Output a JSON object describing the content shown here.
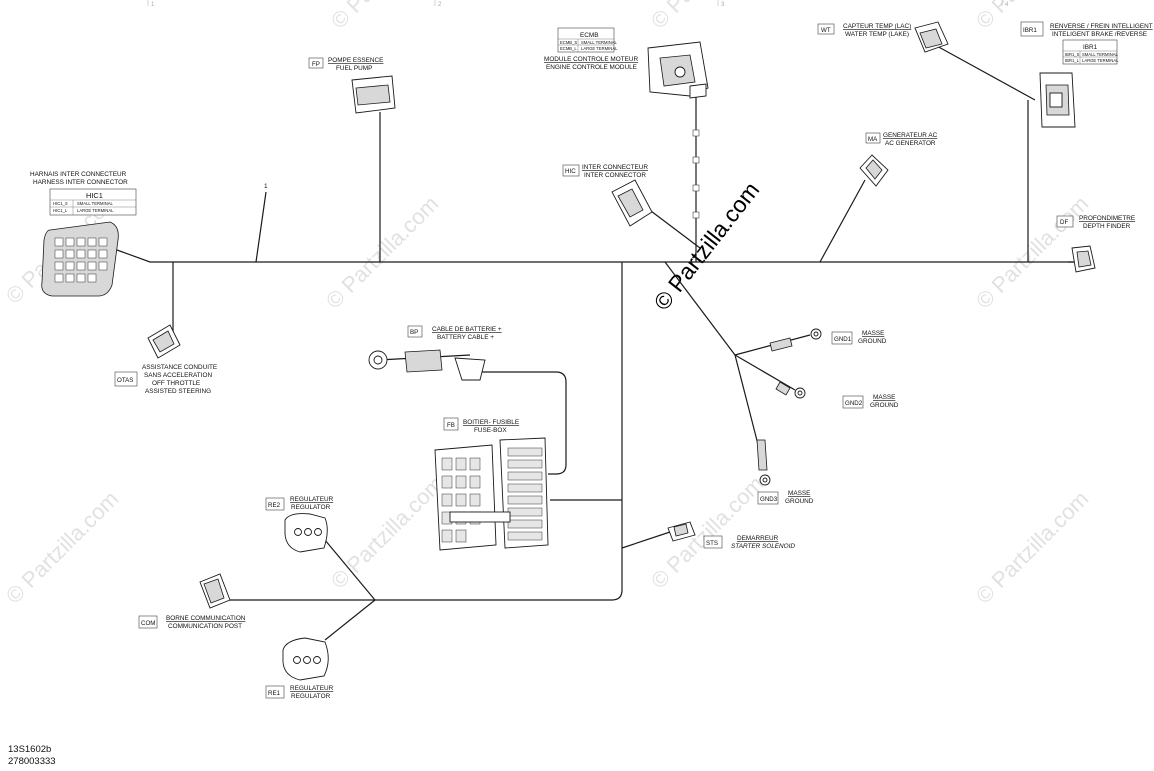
{
  "watermark": {
    "text": "© Partzilla.com",
    "featured_text": "© Partzilla.com"
  },
  "ruler": {
    "numbers": [
      "1",
      "2",
      "3",
      "4"
    ]
  },
  "callout": "1",
  "footer": {
    "drawing_code": "13S1602b",
    "part_number": "278003333"
  },
  "components": {
    "HIC1": {
      "fr": "HARNAIS INTER CONNECTEUR",
      "en": "HARNESS INTER CONNECTOR",
      "id": "HIC1",
      "rows": [
        [
          "HIC1_S",
          "SMALL TERMINAL"
        ],
        [
          "HIC1_L",
          "LARGE TERMINAL"
        ]
      ]
    },
    "FP": {
      "tag": "FP",
      "fr": "POMPE ESSENCE",
      "en": "FUEL PUMP"
    },
    "ECMB": {
      "id": "ECMB",
      "rows": [
        [
          "ECMB_S",
          "SMALL TERMINAL"
        ],
        [
          "ECMB_L",
          "LARGE TERMINAL"
        ]
      ],
      "fr": "MODULE CONTROLE MOTEUR",
      "en": "ENGINE CONTROLE MODULE"
    },
    "WT": {
      "tag": "WT",
      "fr": "CAPTEUR TEMP (LAC)",
      "en": "WATER TEMP (LAKE)"
    },
    "IBR1": {
      "tag": "IBR1",
      "fr": "RENVERSE / FREIN INTELLIGENT",
      "en": "INTELIGENT BRAKE /REVERSE",
      "id": "IBR1",
      "rows": [
        [
          "IBR1_S",
          "SMALL TERMINAL"
        ],
        [
          "IBR1_L",
          "LARGE TERMINAL"
        ]
      ]
    },
    "HIC": {
      "tag": "HIC",
      "fr": "INTER CONNECTEUR",
      "en": "INTER CONNECTOR"
    },
    "MA": {
      "tag": "MA",
      "fr": "GENERATEUR AC",
      "en": "AC GENERATOR"
    },
    "DF": {
      "tag": "DF",
      "fr": "PROFONDIMETRE",
      "en": "DEPTH FINDER"
    },
    "OTAS": {
      "tag": "OTAS",
      "lines": [
        "ASSISTANCE CONDUITE",
        "SANS ACCELERATION",
        "OFF THROTTLE",
        "ASSISTED STEERING"
      ]
    },
    "BP": {
      "tag": "BP",
      "fr": "CABLE DE BATTERIE +",
      "en": "BATTERY CABLE +"
    },
    "GND1": {
      "tag": "GND1",
      "fr": "MASSE",
      "en": "GROUND"
    },
    "GND2": {
      "tag": "GND2",
      "fr": "MASSE",
      "en": "GROUND"
    },
    "GND3": {
      "tag": "GND3",
      "fr": "MASSE",
      "en": "GROUND"
    },
    "FB": {
      "tag": "FB",
      "fr": "BOITIER- FUSIBLE",
      "en": "FUSE-BOX"
    },
    "RE2": {
      "tag": "RE2",
      "fr": "REGULATEUR",
      "en": "REGULATOR"
    },
    "STS": {
      "tag": "STS",
      "fr": "DEMARREUR",
      "en": "STARTER SOLENOID"
    },
    "COM": {
      "tag": "COM",
      "fr": "BORNE COMMUNICATION",
      "en": "COMMUNICATION POST"
    },
    "RE1": {
      "tag": "RE1",
      "fr": "REGULATEUR",
      "en": "REGULATOR"
    }
  }
}
